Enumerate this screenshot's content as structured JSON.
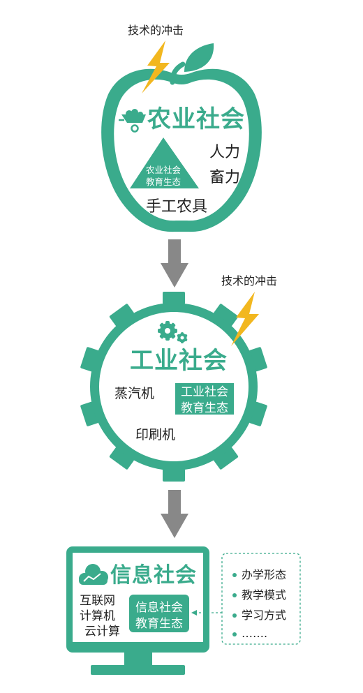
{
  "agri": {
    "impact_label": "技术的冲击",
    "title": "农业社会",
    "eco_line1": "农业社会",
    "eco_line2": "教育生态",
    "item_1": "人力",
    "item_2": "畜力",
    "item_3": "手工农具"
  },
  "industry": {
    "impact_label": "技术的冲击",
    "title": "工业社会",
    "eco_line1": "工业社会",
    "eco_line2": "教育生态",
    "item_1": "蒸汽机",
    "item_2": "印刷机"
  },
  "info": {
    "title": "信息社会",
    "eco_line1": "信息社会",
    "eco_line2": "教育生态",
    "item_1": "互联网",
    "item_2": "计算机",
    "item_3": "云计算",
    "aspects": [
      "办学形态",
      "教学模式",
      "学习方式",
      "……."
    ]
  },
  "colors": {
    "accent": "#3aab8c",
    "arrow": "#888888",
    "lightning": "#f2b71f",
    "text": "#222222"
  }
}
